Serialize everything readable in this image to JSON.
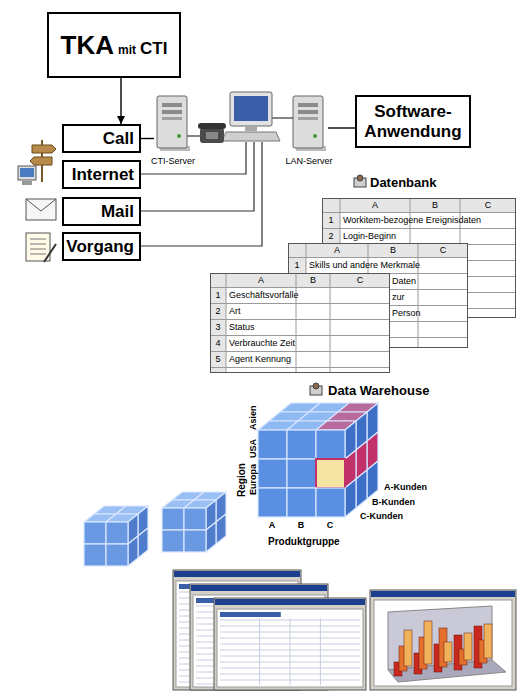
{
  "diagram": {
    "nodes": [
      {
        "text": [
          "TKA",
          "mit",
          "CTI"
        ]
      },
      {
        "text": [
          "Call"
        ]
      },
      {
        "text": [
          "Internet"
        ]
      },
      {
        "text": [
          "Mail"
        ]
      },
      {
        "text": [
          "Vorgang"
        ]
      },
      {
        "text": [
          "CTI-Server"
        ]
      },
      {
        "text": [
          "LAN-Server"
        ]
      },
      {
        "text": [
          "Software- Anwendung"
        ]
      }
    ],
    "edges": [
      {
        "from": 0,
        "to": 1,
        "arrow": "to"
      },
      {
        "from": 1,
        "to": 5,
        "arrow": "none"
      },
      {
        "from": 6,
        "to": 7,
        "arrow": "none"
      }
    ],
    "labels": [
      "Datenbank",
      "A",
      "B",
      "C",
      "1",
      "Workitem-bezogene Ereignisdaten",
      "2",
      "Login-Beginn",
      "A",
      "B",
      "C",
      "1",
      "Skills und andere Merkmale",
      "Daten",
      "zur",
      "Person",
      "A",
      "B",
      "C",
      "1",
      "Geschäftsvorfälle",
      "2",
      "Art",
      "3",
      "Status",
      "4",
      "Verbrauchte Zeit",
      "5",
      "Agent Kennung",
      "Data Warehouse",
      "Region",
      "Asien",
      "USA",
      "Europa",
      "A",
      "B",
      "C",
      "Produktgruppe",
      "A-Kunden",
      "B-Kunden",
      "C-Kunden"
    ]
  }
}
